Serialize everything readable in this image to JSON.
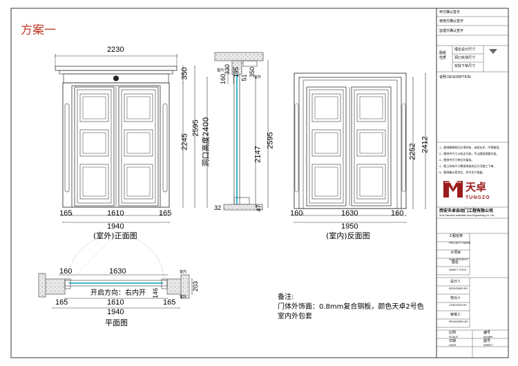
{
  "sheet": {
    "scheme_title": "方案一",
    "colors": {
      "accent": "#c0392b",
      "door_line": "#333333",
      "glass": "#00a0c8",
      "logo": "#9b1c1c"
    }
  },
  "front_view": {
    "caption": "(室外)正面图",
    "dims": {
      "overall_width": "2230",
      "height_top": "350",
      "height_total": "2595",
      "height_leaf": "2245",
      "left_frame": "165",
      "leaves": "1610",
      "right_frame": "165",
      "frame_width": "1940"
    }
  },
  "section_view": {
    "dims": {
      "d160": "160",
      "d330": "330",
      "d195": "195",
      "d51": "51",
      "d350": "350",
      "opening_height": "洞口高度2400",
      "d2147": "2147",
      "d2595": "2595",
      "d32": "32",
      "d47": "47"
    },
    "labels": {
      "indoor": "室内",
      "outdoor": "室外"
    }
  },
  "back_view": {
    "caption": "(室内)反面图",
    "dims": {
      "left_frame": "160",
      "leaves": "1630",
      "right_frame": "160",
      "frame_width": "1950",
      "height_leaf": "2252",
      "height_total": "2412"
    }
  },
  "plan_view": {
    "caption": "平面图",
    "dims": {
      "d160": "160",
      "d1630": "1630",
      "d1610": "1610",
      "d1940": "1940",
      "d165": "165",
      "d203": "203",
      "d146": "146"
    },
    "opening_direction": "开启方向：右内开",
    "labels": {
      "indoor": "室内",
      "outdoor": "室外"
    }
  },
  "notes": {
    "title": "备注:",
    "line1": "门体外饰面：0.8mm复合钢板，颜色天卓2号色",
    "line2": "室内外包套"
  },
  "title_block": {
    "confirm_rows": [
      "甲方确认签字",
      "使用方确认签字",
      "监理方确认签字"
    ],
    "drawing_label": "图纸\n性质",
    "check_items": [
      "理论设计尺寸",
      "洞口实测尺寸",
      "实际下单尺寸"
    ],
    "description_label": "说明 DESCRIPTION",
    "notes_lines": [
      "1、图纸解释权归天卓所有，未经允许，不得使用。",
      "2、图纸中尺寸以标注为准，不以图面测量为准。",
      "3、图纸中尺寸单位为毫米。",
      "4、图上所有尺寸需现场核实后方可施工下单。",
      "5、图纸确认签字后，作为生产依据。"
    ],
    "brand_cn": "天卓",
    "brand_en": "TUNGZO",
    "company_cn": "西安天卓自动门工程有限公司",
    "company_en": "Xi'an Tianzhuo automatic door Engineering Co. Ltd.",
    "project_name": "工程名称",
    "project_name_en": "PROJECT NAME",
    "sub_project": "子项目",
    "sub_project_en": "SUB-PROJECT",
    "sheet_title": "图名",
    "sheet_title_en": "SHEET TITLE",
    "designed_by": "设计人",
    "designed_by_en": "DESIGNED BY",
    "checked_by": "校对人",
    "checked_by_en": "CHECKED BY",
    "reviewed_by": "审核人",
    "reviewed_by_en": "REVIEWED BY",
    "scale": "比例",
    "scale_en": "SCALE",
    "number": "编号",
    "number_en": "number",
    "date": "日期",
    "date_en": "DATE",
    "sheet_no": "图号",
    "sheet_no_en": "SHEET"
  }
}
